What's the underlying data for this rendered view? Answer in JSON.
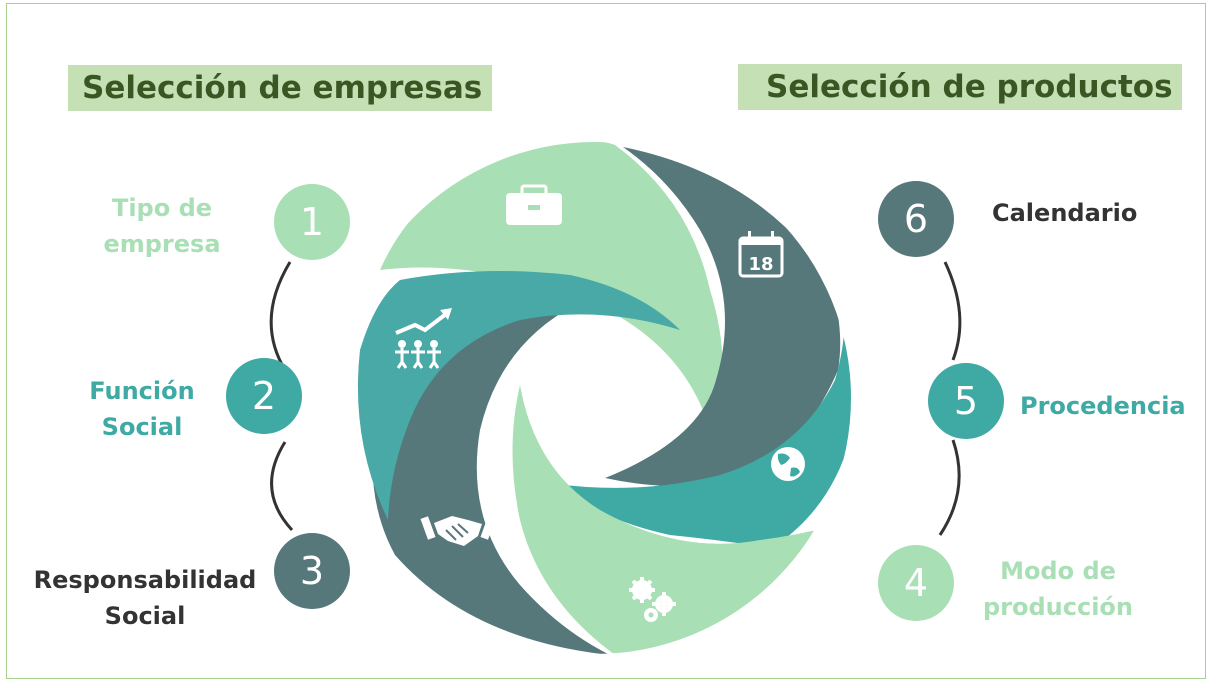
{
  "headers": {
    "companies": "Selección de empresas",
    "products": "Selección de productos"
  },
  "steps": [
    {
      "number": "1",
      "label_line1": "Tipo de",
      "label_line2": "empresa",
      "color": "#a9dfb4"
    },
    {
      "number": "2",
      "label_line1": "Función",
      "label_line2": "Social",
      "color": "#3fa9a4"
    },
    {
      "number": "3",
      "label_line1": "Responsabilidad",
      "label_line2": "Social",
      "color": "#4f7a7c"
    },
    {
      "number": "4",
      "label_line1": "Modo de",
      "label_line2": "producción",
      "color": "#a9dfb4"
    },
    {
      "number": "5",
      "label_line1": "Procedencia",
      "label_line2": "",
      "color": "#3fa9a4"
    },
    {
      "number": "6",
      "label_line1": "Calendario",
      "label_line2": "",
      "color": "#4f7a7c"
    }
  ],
  "calendar_icon_text": "18",
  "icons": [
    "briefcase-icon",
    "calendar-icon",
    "growth-team-icon",
    "globe-icon",
    "handshake-icon",
    "gears-icon"
  ],
  "colors": {
    "light_green": "#a9dfb4",
    "teal": "#3fa9a4",
    "slate": "#4f7a7c",
    "header_bg": "#c5e0b4",
    "header_text": "#385723",
    "border": "#a9d18e",
    "dark_text": "#333333"
  }
}
